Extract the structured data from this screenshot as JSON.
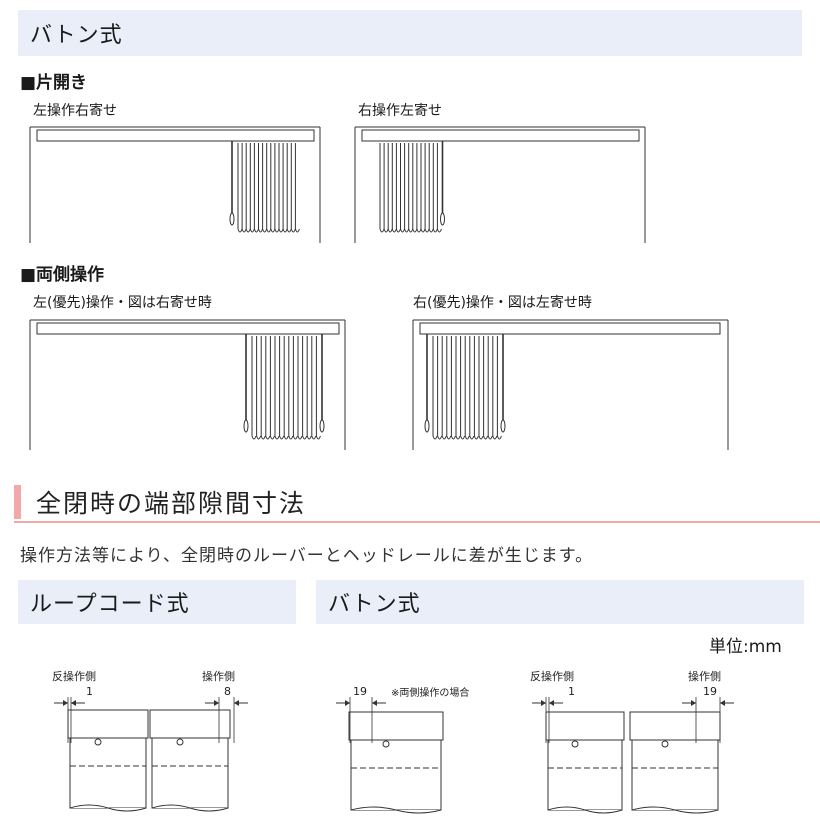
{
  "top_header": {
    "title": "バトン式"
  },
  "one_side": {
    "heading": "■片開き",
    "left_caption": "左操作右寄せ",
    "right_caption": "右操作左寄せ"
  },
  "both_side": {
    "heading": "■両側操作",
    "left_caption": "左(優先)操作・図は右寄せ時",
    "right_caption": "右(優先)操作・図は左寄せ時"
  },
  "gap_section": {
    "title": "全閉時の端部隙間寸法",
    "note": "操作方法等により、全閉時のルーバーとヘッドレールに差が生じます。",
    "accent_color": "#f2a8a8"
  },
  "loop_cord": {
    "header": "ループコード式",
    "opposite_label": "反操作側",
    "opposite_value": "1",
    "operation_label": "操作側",
    "operation_value": "8"
  },
  "baton": {
    "header": "バトン式",
    "unit": "単位:mm",
    "both_note": "※両側操作の場合",
    "both_value": "19",
    "opposite_label": "反操作側",
    "opposite_value": "1",
    "operation_label": "操作側",
    "operation_value": "19"
  },
  "colors": {
    "header_band": "#eaeef8",
    "blind_line": "#333333"
  }
}
